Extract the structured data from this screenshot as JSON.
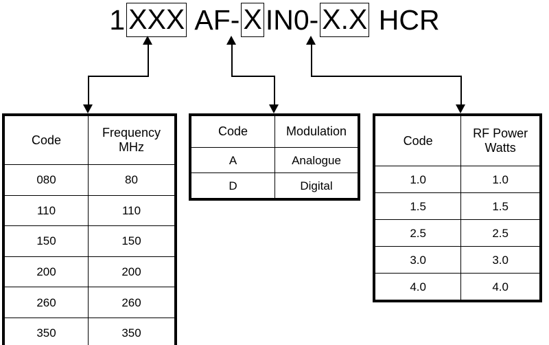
{
  "diagram": {
    "title_code": {
      "prefix": "1",
      "segments": [
        {
          "text": "XXX",
          "boxed": true,
          "name": "frequency-code-box"
        },
        {
          "text": " AF-",
          "boxed": false,
          "name": "literal-af"
        },
        {
          "text": "X",
          "boxed": true,
          "name": "modulation-code-box"
        },
        {
          "text": "IN0-",
          "boxed": false,
          "name": "literal-in0"
        },
        {
          "text": "X.X",
          "boxed": true,
          "name": "power-code-box"
        },
        {
          "text": " HCR",
          "boxed": false,
          "name": "literal-hcr"
        }
      ],
      "full_string": "1XXX AF-XIN0-X.X HCR"
    },
    "tables": [
      {
        "name": "frequency-table",
        "headers": [
          "Code",
          "Frequency\nMHz"
        ],
        "header_lines": [
          [
            "Code"
          ],
          [
            "Frequency",
            "MHz"
          ]
        ],
        "rows": [
          [
            "080",
            "80"
          ],
          [
            "110",
            "110"
          ],
          [
            "150",
            "150"
          ],
          [
            "200",
            "200"
          ],
          [
            "260",
            "260"
          ],
          [
            "350",
            "350"
          ]
        ]
      },
      {
        "name": "modulation-table",
        "headers": [
          "Code",
          "Modulation"
        ],
        "header_lines": [
          [
            "Code"
          ],
          [
            "Modulation"
          ]
        ],
        "rows": [
          [
            "A",
            "Analogue"
          ],
          [
            "D",
            "Digital"
          ]
        ]
      },
      {
        "name": "rf-power-table",
        "headers": [
          "Code",
          "RF Power\nWatts"
        ],
        "header_lines": [
          [
            "Code"
          ],
          [
            "RF Power",
            "Watts"
          ]
        ],
        "rows": [
          [
            "1.0",
            "1.0"
          ],
          [
            "1.5",
            "1.5"
          ],
          [
            "2.5",
            "2.5"
          ],
          [
            "3.0",
            "3.0"
          ],
          [
            "4.0",
            "4.0"
          ]
        ]
      }
    ],
    "colors": {
      "line": "#000000",
      "background": "#ffffff",
      "text": "#000000"
    }
  }
}
